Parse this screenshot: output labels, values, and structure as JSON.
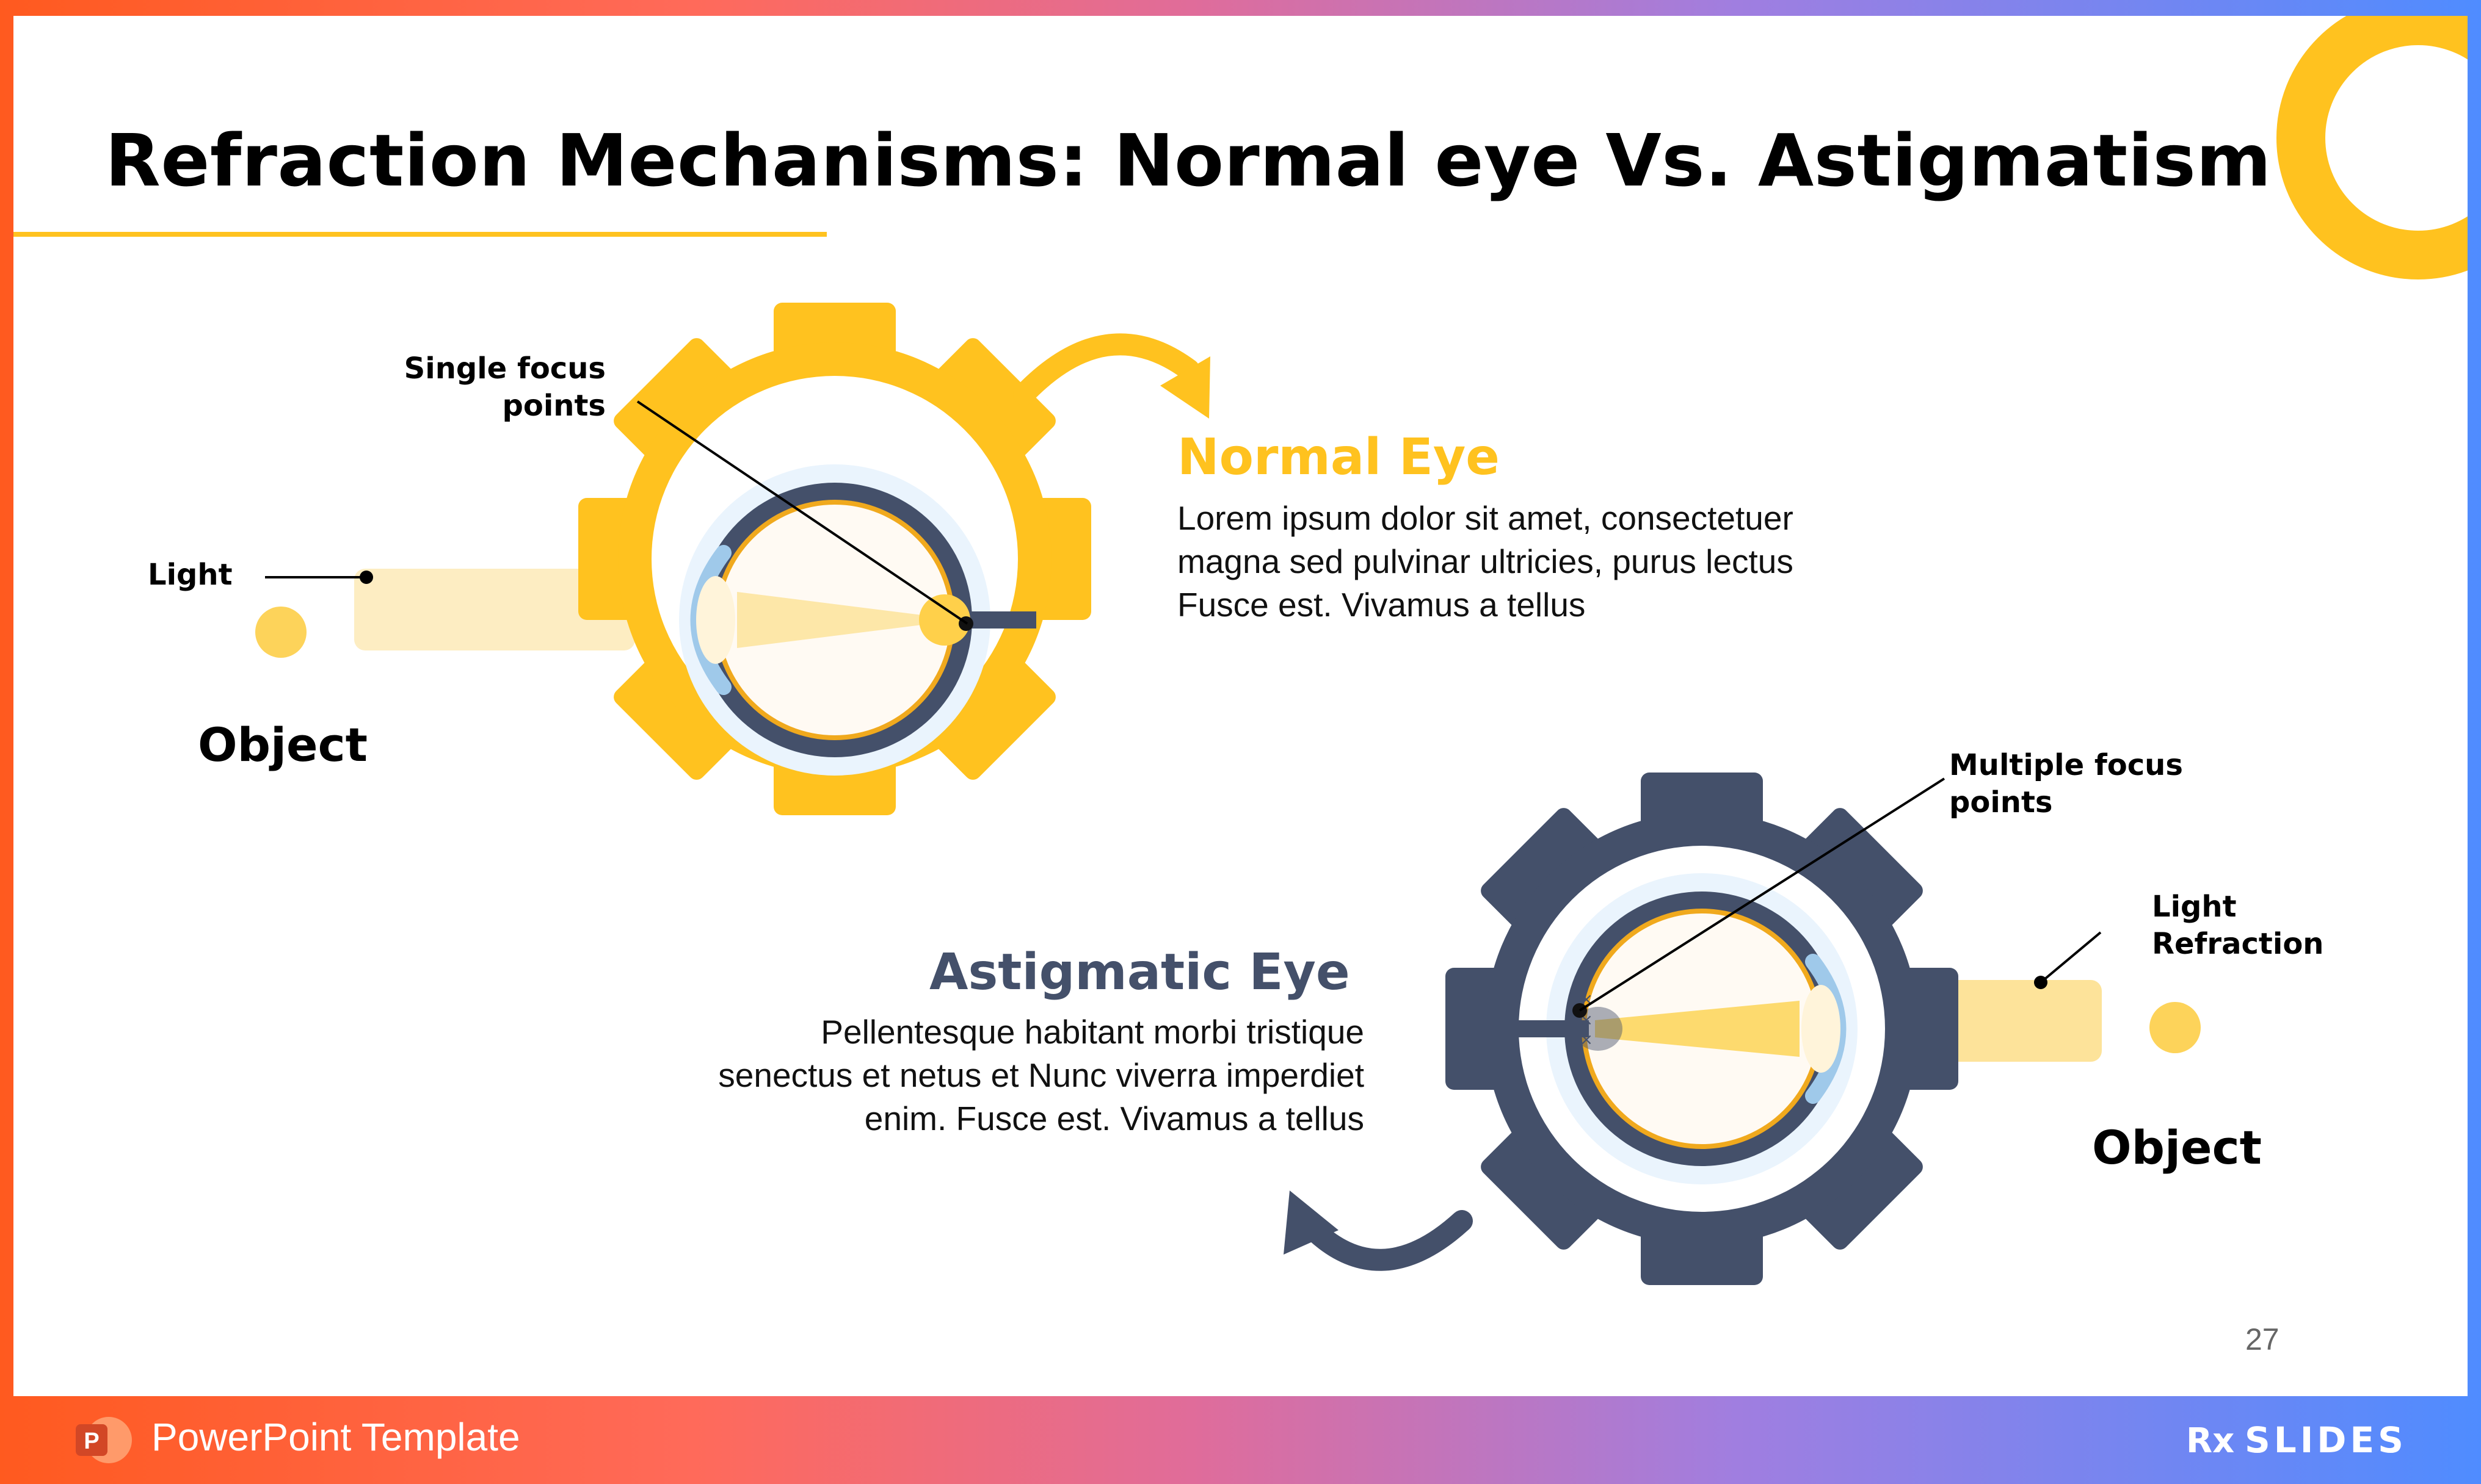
{
  "slide": {
    "title": "Refraction Mechanisms: Normal eye Vs. Astigmatism",
    "page_number": "27"
  },
  "normal_eye": {
    "heading": "Normal Eye",
    "body_lines": [
      "Lorem ipsum dolor sit amet, consectetuer",
      "magna sed pulvinar ultricies, purus lectus",
      "Fusce est. Vivamus a tellus"
    ],
    "label_focus_lines": [
      "Single focus",
      "points"
    ],
    "label_light": "Light",
    "label_object": "Object"
  },
  "astigmatic_eye": {
    "heading": "Astigmatic Eye",
    "body_lines": [
      "Pellentesque habitant morbi tristique",
      "senectus et netus et Nunc viverra imperdiet",
      "enim. Fusce est. Vivamus a tellus"
    ],
    "label_focus_lines": [
      "Multiple focus",
      "points"
    ],
    "label_light_lines": [
      "Light",
      "Refraction"
    ],
    "label_object": "Object"
  },
  "footer": {
    "app_icon_letter": "P",
    "app_label": "PowerPoint Template",
    "brand_rx": "Rx",
    "brand_name": "SLIDES"
  },
  "colors": {
    "accent_yellow": "#ffc21f",
    "accent_navy": "#44506a",
    "light_beam": "#fde9b0"
  },
  "icons": [
    "gear-icon",
    "eye-icon",
    "curved-arrow-icon",
    "powerpoint-icon"
  ]
}
